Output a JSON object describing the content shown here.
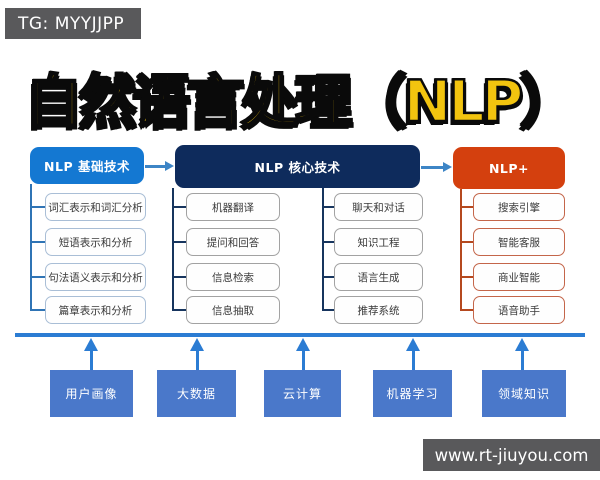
{
  "badges": {
    "tg": "TG: MYYJJPP",
    "website": "www.rt-jiuyou.com"
  },
  "title": "自然语言处理（NLP）",
  "diagram": {
    "groups": [
      {
        "header": "NLP 基础技术",
        "items": [
          "词汇表示和词汇分析",
          "短语表示和分析",
          "句法语义表示和分析",
          "篇章表示和分析"
        ]
      },
      {
        "header": "NLP 核心技术",
        "columns": [
          [
            "机器翻译",
            "提问和回答",
            "信息检索",
            "信息抽取"
          ],
          [
            "聊天和对话",
            "知识工程",
            "语言生成",
            "推荐系统"
          ]
        ]
      },
      {
        "header": "NLP+",
        "items": [
          "搜索引擎",
          "智能客服",
          "商业智能",
          "语音助手"
        ]
      }
    ],
    "foundation_items": [
      "用户画像",
      "大数据",
      "云计算",
      "机器学习",
      "领域知识"
    ]
  },
  "colors": {
    "badge_bg": "#59595b",
    "title_yellow": "#f2c40f",
    "basic_blue": "#1478d2",
    "core_navy": "#0e2b5c",
    "plus_red": "#d4400e",
    "connector_blue": "#2f74b5",
    "connector_navy": "#17355e",
    "connector_red": "#b5491f",
    "foundation_blue": "#4a78ca",
    "baseline_blue": "#2b7cd3"
  }
}
